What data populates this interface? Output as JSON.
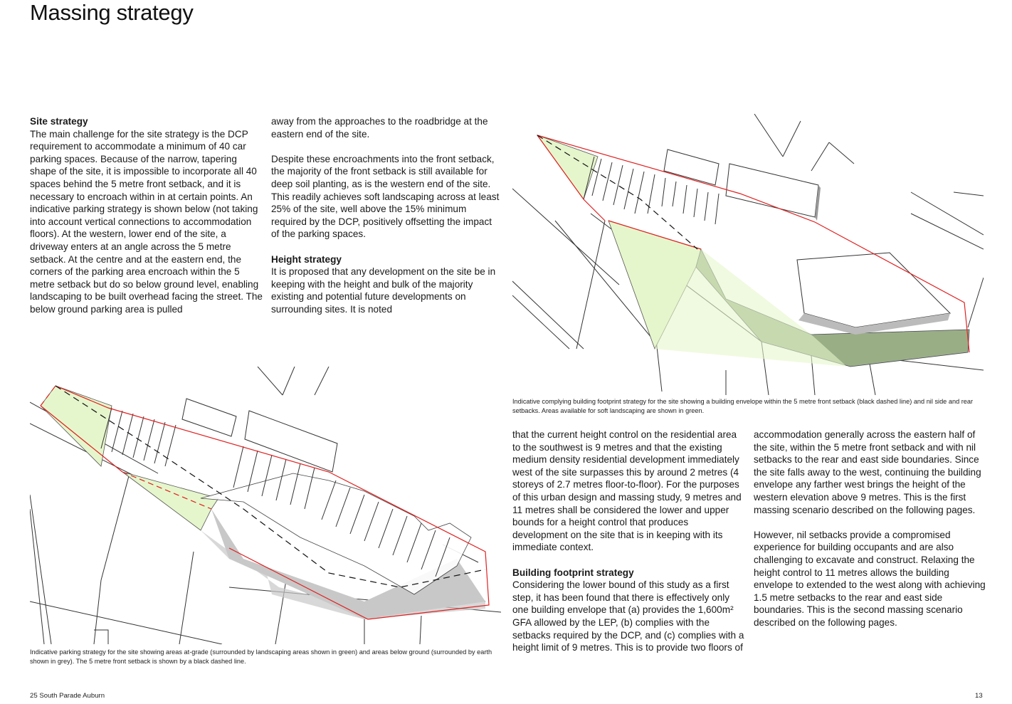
{
  "page": {
    "title": "Massing strategy",
    "footer_left": "25 South Parade Auburn",
    "footer_right": "13"
  },
  "col1": {
    "site_heading": "Site strategy",
    "site_body": "The main challenge for the site strategy is the DCP requirement to accommodate a minimum of 40 car parking spaces. Because of the narrow, tapering shape of the site, it is impossible to incorporate all 40 spaces behind the 5 metre front setback, and it is necessary to encroach within in at certain points. An indicative parking strategy is shown below (not taking into account vertical connections to accommodation floors). At the western, lower end of the site, a driveway enters at an angle across the 5 metre setback. At the centre and at the eastern end, the corners of the parking area encroach within the 5 metre setback but do so below ground level, enabling landscaping to be built overhead facing the street. The below ground parking area is pulled"
  },
  "col2": {
    "p1": "away from the approaches to the roadbridge at the eastern end of the site.",
    "p2": "Despite these encroachments into the front setback, the majority of the front setback is still available for deep soil planting, as is the western end of the site. This readily achieves soft landscaping across at least 25% of the site, well above the 15% minimum required by the DCP, positively offsetting the impact of the parking spaces.",
    "height_heading": "Height strategy",
    "height_body": "It is proposed that any development on the site be in keeping with the height and bulk of the majority existing and potential future developments on surrounding sites. It is noted"
  },
  "col3": {
    "p1": "that the current height control on the residential area to the southwest is 9 metres and that the existing medium density residential development immediately west of the site surpasses this by around 2 metres (4 storeys of 2.7 metres floor-to-floor). For the purposes of this urban design and massing study, 9 metres and 11 metres shall be considered the lower and upper bounds for a height control that produces development on the site that is in keeping with its immediate context.",
    "footprint_heading": "Building footprint strategy",
    "footprint_body": "Considering the lower bound of this study as a first step, it has been found that there is effectively only one building envelope that (a) provides the 1,600m² GFA allowed by the LEP, (b) complies with the setbacks required by the DCP, and (c) complies with a height limit of 9 metres. This is to provide two floors of"
  },
  "col4": {
    "p1": "accommodation generally across the eastern half of the site, within the 5 metre front setback and with nil setbacks to the rear and east side boundaries. Since the site falls away to the west, continuing the building envelope any farther west brings the height of the western elevation above 9 metres. This is the first massing scenario described on the following pages.",
    "p2": "However, nil setbacks provide a compromised experience for building occupants and are also challenging to excavate and construct. Relaxing the height control to 11 metres allows the building envelope to extended to the west along with achieving 1.5 metre setbacks to the rear and east side boundaries. This is the second massing scenario described on the following pages."
  },
  "figures": {
    "top_right_caption": "Indicative complying building footprint strategy for the site showing a building envelope within the 5 metre front setback (black dashed line) and nil side and rear setbacks. Areas available for soft landscaping are shown in green.",
    "bottom_left_caption": "Indicative parking strategy for the site showing areas at-grade (surrounded by landscaping areas shown in green) and areas below ground (surrounded by earth shown in grey). The 5 metre front setback is shown by a black dashed line."
  },
  "colors": {
    "landscape_green": "#e6f6cc",
    "building_envelope": "#9aae86",
    "below_ground_grey": "#c8c8c8",
    "boundary_red": "#e02020"
  }
}
